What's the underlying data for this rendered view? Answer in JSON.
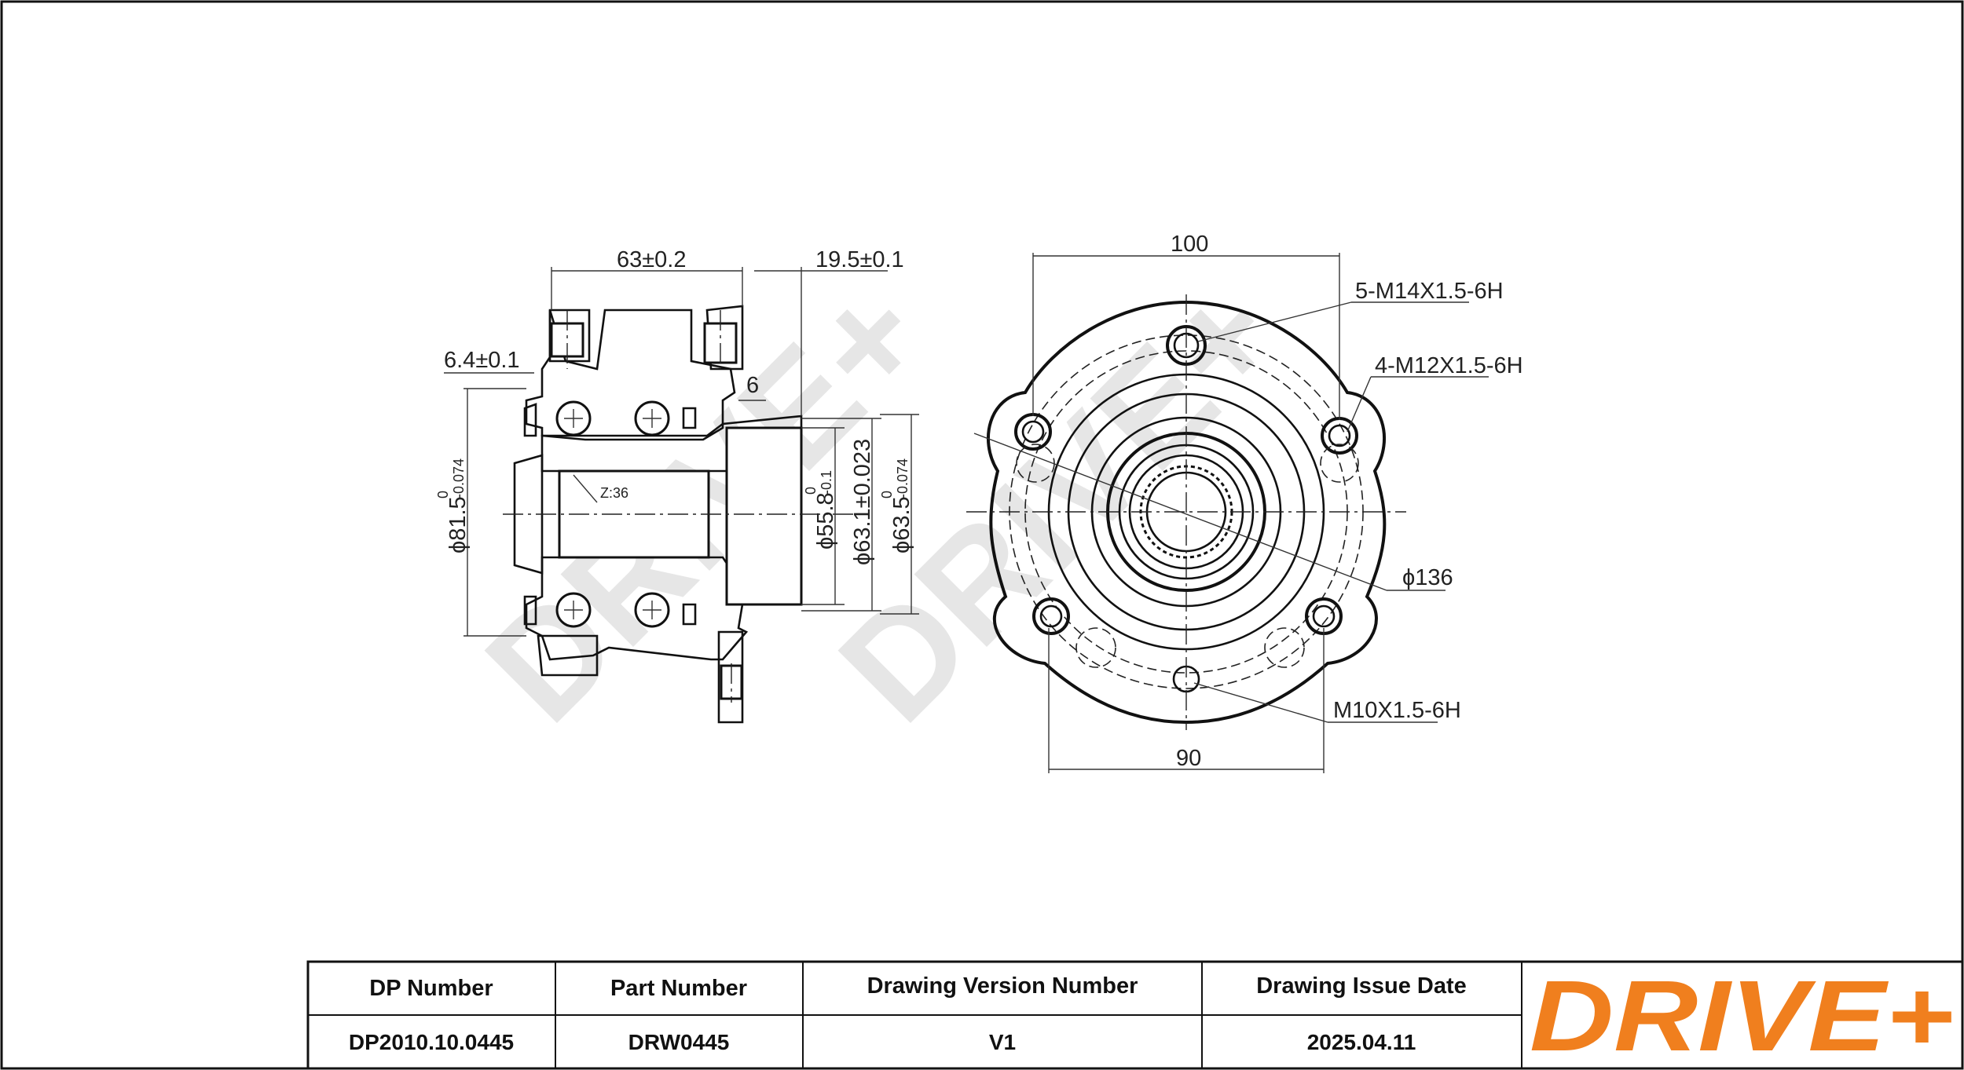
{
  "drawing": {
    "side_view": {
      "dim_width": "63±0.2",
      "dim_flange": "19.5±0.1",
      "dim_offset": "6.4±0.1",
      "dim_gap": "6",
      "spline": "Z:36",
      "dia_bearing": "ϕ81.5",
      "dia_bearing_tol": "0",
      "dia_bearing_tol2": "-0.074",
      "dia_pilot": "ϕ55.8",
      "dia_pilot_tol": "0",
      "dia_pilot_tol2": "-0.1",
      "dia_hub": "ϕ63.1±0.023",
      "dia_outer": "ϕ63.5",
      "dia_outer_tol": "0",
      "dia_outer_tol2": "-0.074"
    },
    "front_view": {
      "dim_top": "100",
      "dim_bottom": "90",
      "thread_1": "5-M14X1.5-6H",
      "thread_2": "4-M12X1.5-6H",
      "thread_3": "M10X1.5-6H",
      "pcd": "ϕ136"
    }
  },
  "title_block": {
    "headers": [
      "DP Number",
      "Part Number",
      "Drawing Version Number",
      "Drawing Issue Date"
    ],
    "values": [
      "DP2010.10.0445",
      "DRW0445",
      "V1",
      "2025.04.11"
    ]
  },
  "logo": {
    "text": "DRIVE+",
    "color": "#f07f1e"
  },
  "watermark": {
    "text": "DRIVE+",
    "color": "#e6e6e6"
  }
}
